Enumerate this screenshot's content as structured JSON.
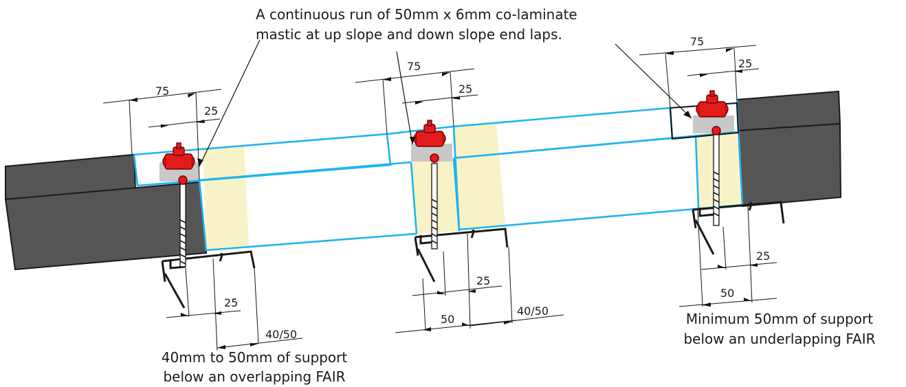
{
  "callouts": {
    "mastic_line1": "A continuous run of 50mm x 6mm co-laminate",
    "mastic_line2": "mastic at up slope and down slope end laps.",
    "overlap_line1": "40mm to 50mm of support",
    "overlap_line2": "below an overlapping FAIR",
    "underlap_line1": "Minimum 50mm of support",
    "underlap_line2": "below an underlapping FAIR"
  },
  "dimensions": {
    "left_top_75": "75",
    "left_top_25": "25",
    "left_bottom_25": "25",
    "left_bottom_4050": "40/50",
    "mid_top_75": "75",
    "mid_top_25": "25",
    "mid_bottom_25": "25",
    "mid_bottom_50": "50",
    "mid_bottom_4050": "40/50",
    "right_top_75": "75",
    "right_top_25": "25",
    "right_bottom_25": "25",
    "right_bottom_50": "50"
  },
  "colors": {
    "fair_outline": "#1eb4f0",
    "clamp": "#e31b1b",
    "insulation": "#f7f3c6",
    "sheet": "#555555"
  }
}
